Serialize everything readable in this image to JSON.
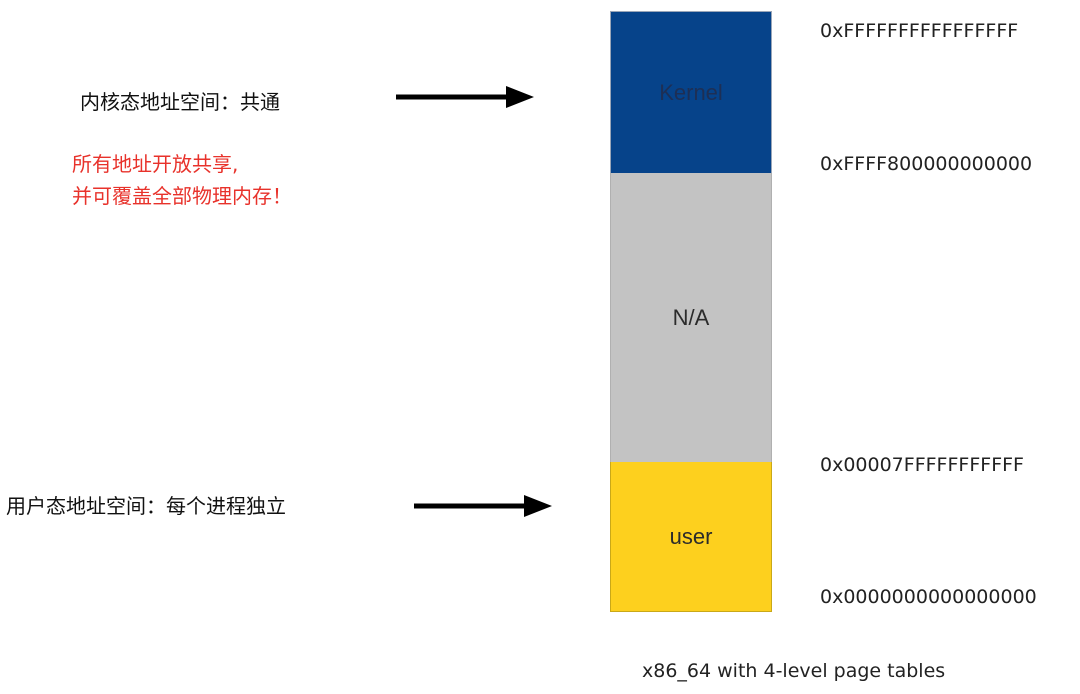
{
  "segments": {
    "kernel": {
      "label": "Kernel",
      "color": "#06438a"
    },
    "na": {
      "label": "N/A",
      "color": "#c3c3c3"
    },
    "user": {
      "label": "user",
      "color": "#fdd01e"
    }
  },
  "addresses": {
    "top": "0xFFFFFFFFFFFFFFFF",
    "kernel_base": "0xFFFF800000000000",
    "user_top": "0x00007FFFFFFFFFFF",
    "bottom": "0x0000000000000000"
  },
  "annotations": {
    "kernel_space": "内核态地址空间：共通",
    "kernel_note_line1": "所有地址开放共享,",
    "kernel_note_line2": "并可覆盖全部物理内存！",
    "note_color": "#e8322b",
    "user_space": "用户态地址空间：每个进程独立"
  },
  "caption": "x86_64 with 4-level page tables",
  "icons": {
    "arrow": "right-arrow-icon"
  }
}
